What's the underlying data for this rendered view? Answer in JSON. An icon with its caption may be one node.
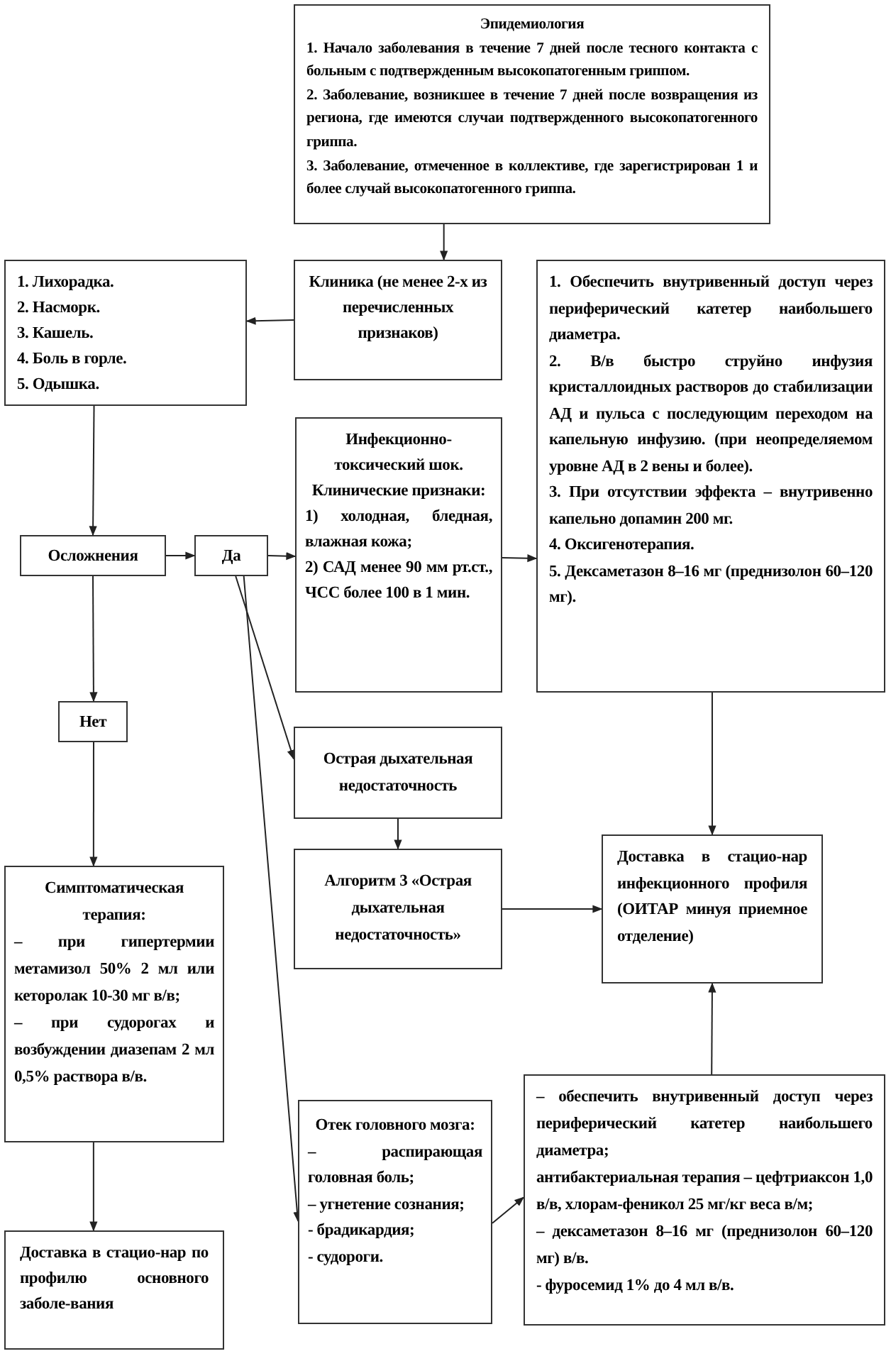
{
  "diagram": {
    "nodes": [
      {
        "text": [
          "Эпидемиология",
          "1. Начало заболевания в течение 7 дней после тесного контакта с больным с подтвержденным высокопатогенным гриппом.",
          "2. Заболевание, возникшее в течение 7 дней после возвращения из региона, где имеются случаи подтвержденного высокопатогенного гриппа.",
          "3. Заболевание, отмеченное в коллективе, где зарегистрирован 1 и более случай высокопатогенного гриппа."
        ]
      },
      {
        "text": [
          "Клиника (не менее 2-х из перечисленных признаков)"
        ]
      },
      {
        "text": [
          "1. Лихорадка.",
          "2. Насморк.",
          "3. Кашель.",
          "4. Боль в горле.",
          "5. Одышка."
        ]
      },
      {
        "text": [
          "1. Обеспечить внутривенный доступ через периферический катетер наибольшего диаметра.",
          "2. В/в быстро струйно инфузия кристаллоидных растворов до стабилизации АД и пульса с последующим переходом на капельную инфузию. (при неопределяемом уровне АД в 2 вены и более).",
          "3. При отсутствии эффекта – внутривенно капельно допамин 200 мг.",
          "4. Оксигенотерапия.",
          "5. Дексаметазон 8–16 мг (преднизолон 60–120 мг)."
        ]
      },
      {
        "text": [
          "Осложнения"
        ]
      },
      {
        "text": [
          "Да"
        ]
      },
      {
        "text": [
          "Инфекционно-токсический шок. Клинические признаки:",
          "1) холодная, бледная, влажная кожа;",
          "2) САД менее 90 мм рт.ст., ЧСС более 100 в 1 мин."
        ]
      },
      {
        "text": [
          "Нет"
        ]
      },
      {
        "text": [
          "Острая дыхательная недостаточность"
        ]
      },
      {
        "text": [
          "Алгоритм 3 «Острая дыхательная недостаточность»"
        ]
      },
      {
        "text": [
          "Доставка в стацио-нар инфекционного профиля (ОИТАР минуя приемное отделение)"
        ]
      },
      {
        "text": [
          "Симптоматическая терапия:",
          "– при гипертермии метамизол 50% 2 мл или кеторолак 10-30 мг в/в;",
          "– при судорогах и возбуждении диазепам 2 мл 0,5% раствора в/в."
        ]
      },
      {
        "text": [
          "Отек головного мозга:",
          "– распирающая головная боль;",
          "– угнетение сознания;",
          "- брадикардия;",
          "- судороги."
        ]
      },
      {
        "text": [
          "– обеспечить внутривенный доступ через периферический катетер наибольшего диаметра;",
          "антибактериальная терапия – цефтриаксон 1,0 в/в, хлорам-феникол 25 мг/кг веса в/м;",
          "– дексаметазон 8–16 мг (преднизолон 60–120 мг) в/в.",
          "- фуросемид 1% до 4 мл в/в."
        ]
      },
      {
        "text": [
          "Доставка в стацио-нар по профилю основного заболе-вания"
        ]
      }
    ],
    "edges": [
      {
        "from": 0,
        "to": 1,
        "arrow": "to"
      },
      {
        "from": 1,
        "to": 2,
        "arrow": "to"
      },
      {
        "from": 2,
        "to": 4,
        "arrow": "to"
      },
      {
        "from": 4,
        "to": 5,
        "arrow": "to"
      },
      {
        "from": 5,
        "to": 6,
        "arrow": "to"
      },
      {
        "from": 6,
        "to": 3,
        "arrow": "to"
      },
      {
        "from": 4,
        "to": 7,
        "arrow": "to"
      },
      {
        "from": 7,
        "to": 11,
        "arrow": "to"
      },
      {
        "from": 11,
        "to": 14,
        "arrow": "to"
      },
      {
        "from": 5,
        "to": 8,
        "arrow": "to"
      },
      {
        "from": 5,
        "to": 12,
        "arrow": "to"
      },
      {
        "from": 8,
        "to": 9,
        "arrow": "to"
      },
      {
        "from": 9,
        "to": 10,
        "arrow": "to"
      },
      {
        "from": 3,
        "to": 10,
        "arrow": "to"
      },
      {
        "from": 12,
        "to": 13,
        "arrow": "to"
      },
      {
        "from": 13,
        "to": 10,
        "arrow": "to"
      }
    ]
  }
}
